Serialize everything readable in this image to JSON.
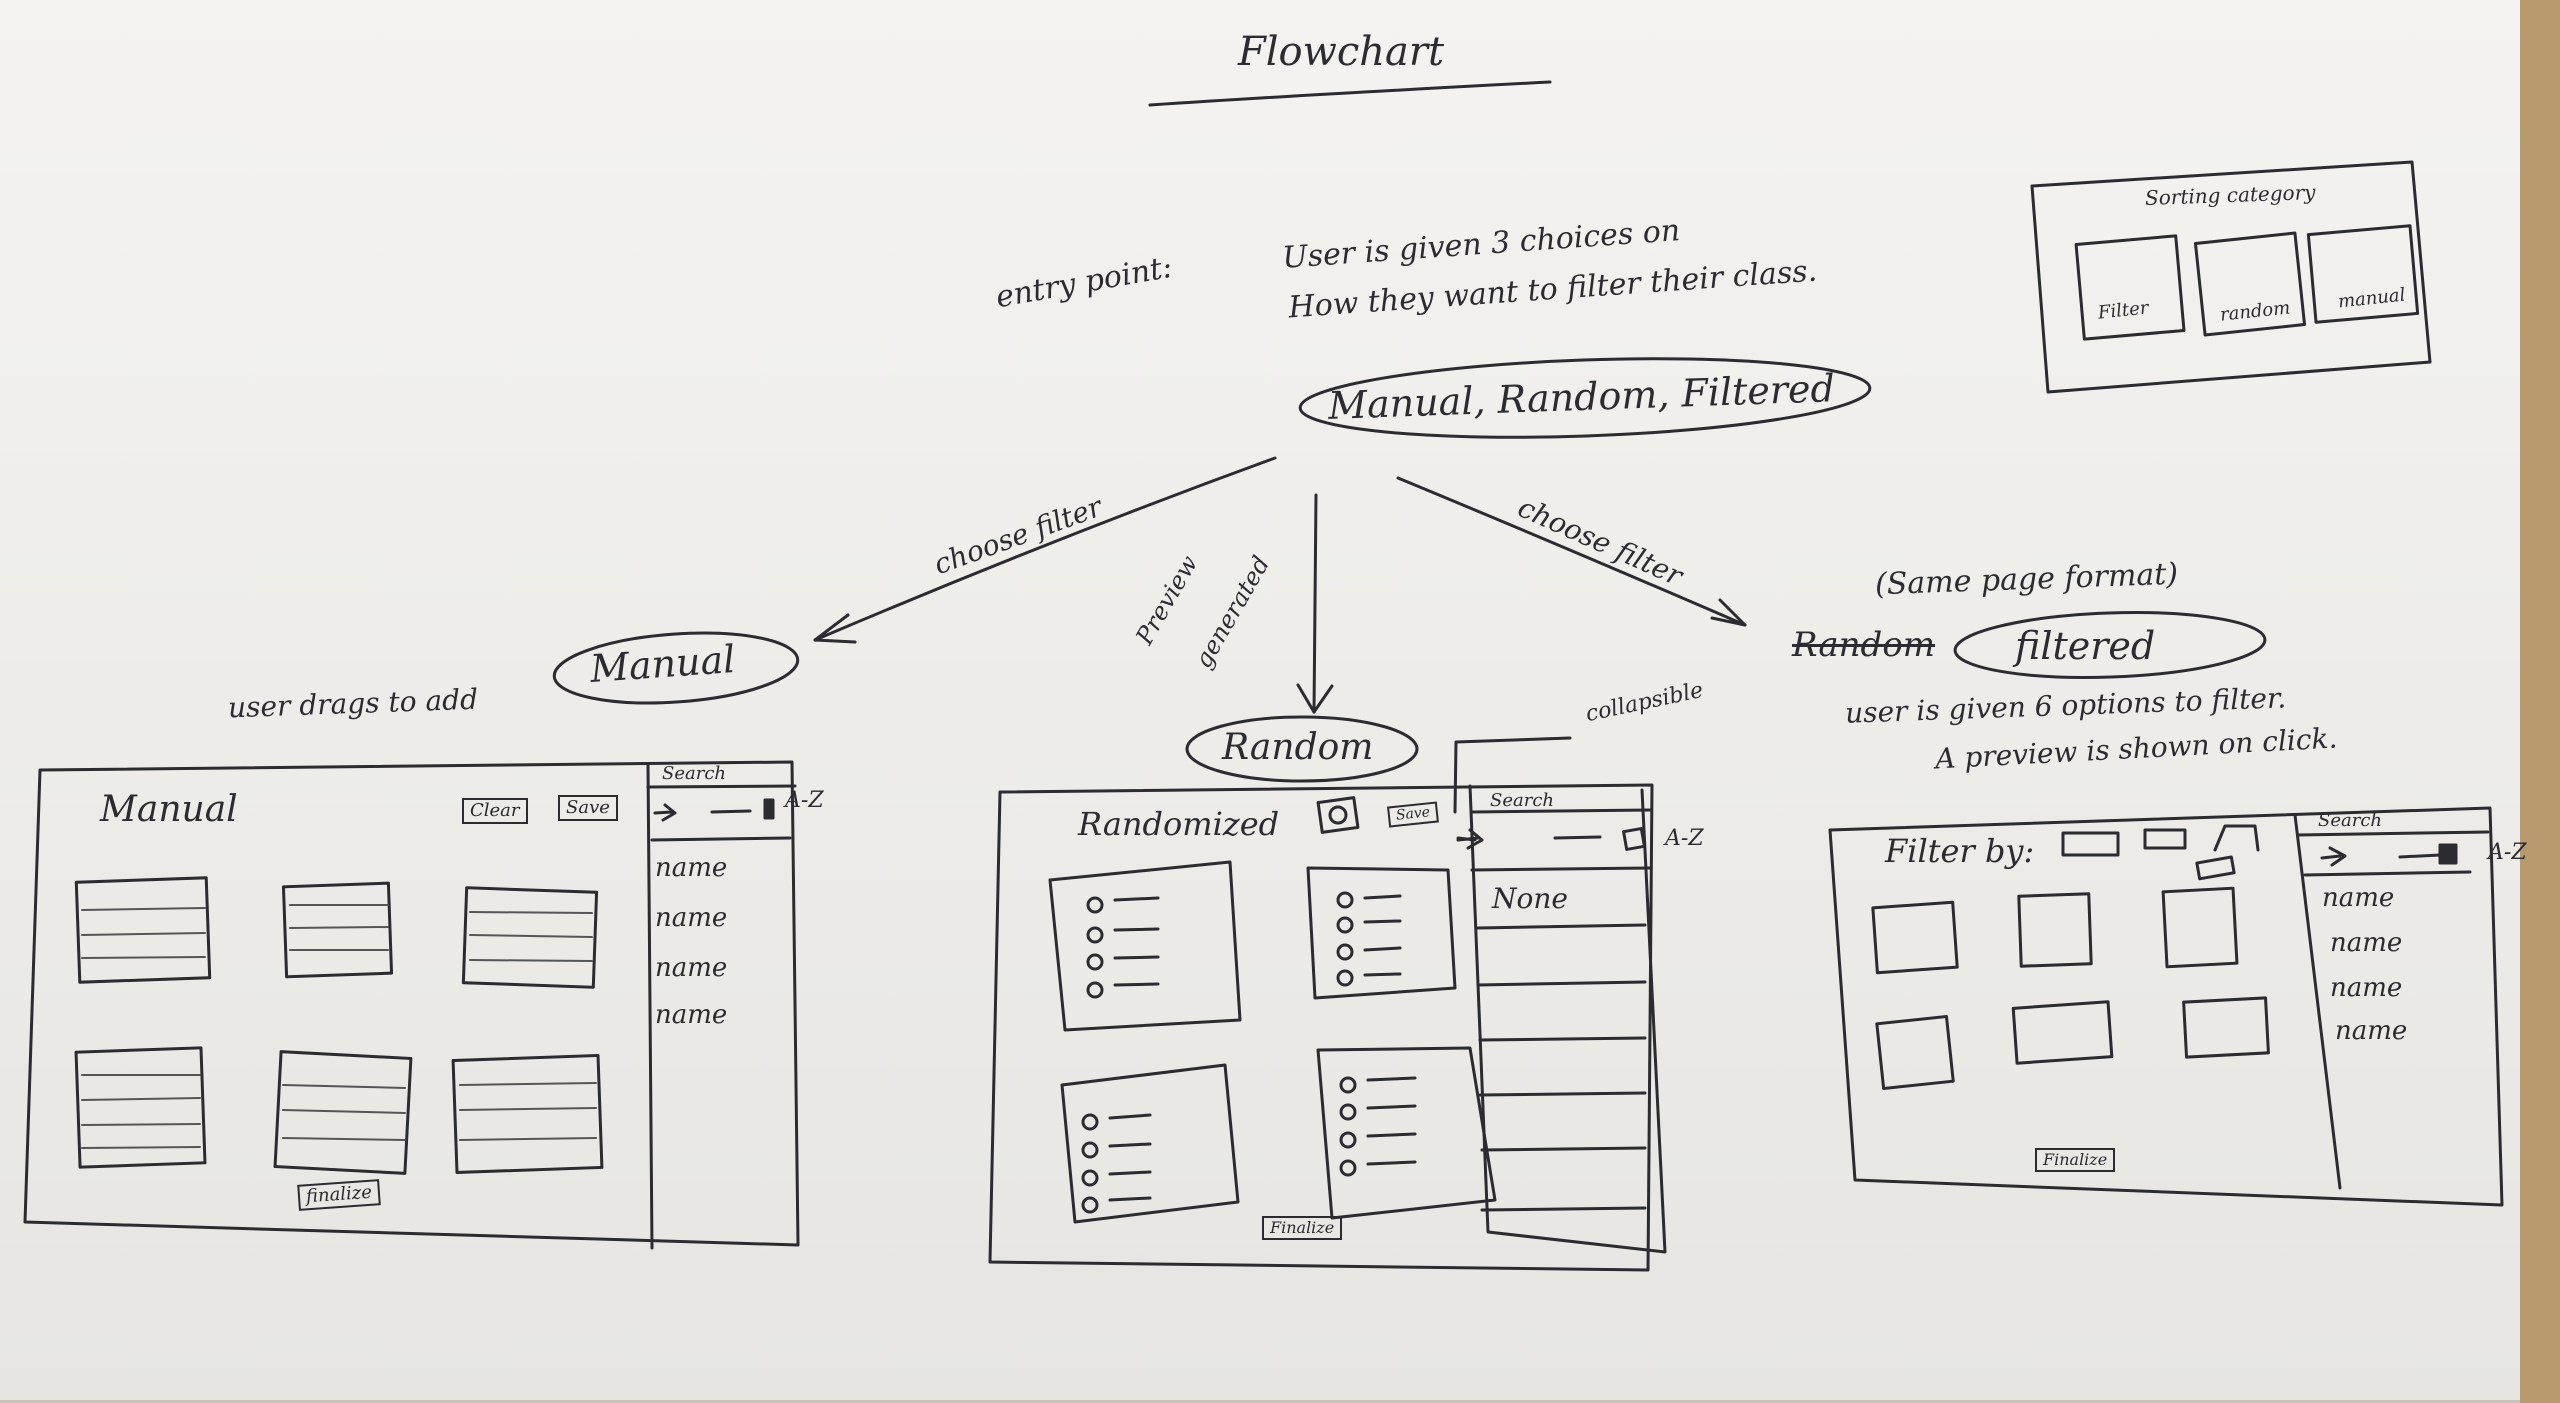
{
  "title": "Flowchart",
  "entry_label": "entry point:",
  "entry_line1": "User is given 3 choices on",
  "entry_line2": "How they want to filter their class.",
  "choices_oval": "Manual, Random, Filtered",
  "edge_left": "choose filter",
  "edge_middle_1": "Preview",
  "edge_middle_2": "generated",
  "edge_right": "choose filter",
  "sorting_box": {
    "title": "Sorting category",
    "cards": [
      "Filter",
      "random",
      "manual"
    ]
  },
  "manual": {
    "oval": "Manual",
    "caption": "user drags to add",
    "heading": "Manual",
    "clear": "Clear",
    "save": "Save",
    "finalize": "finalize",
    "search": "Search",
    "sort": "A-Z",
    "names": [
      "name",
      "name",
      "name",
      "name"
    ]
  },
  "random": {
    "oval": "Random",
    "collapsible": "collapsible",
    "heading": "Randomized",
    "save": "Save",
    "finalize": "Finalize",
    "search": "Search",
    "sort": "A-Z",
    "none": "None"
  },
  "filtered": {
    "note": "(Same page format)",
    "struck": "Random",
    "oval": "filtered",
    "caption1": "user is given 6 options to filter.",
    "caption2": "A preview is shown on click.",
    "filter_by": "Filter by:",
    "finalize": "Finalize",
    "search": "Search",
    "sort": "A-Z",
    "names": [
      "name",
      "name",
      "name",
      "name"
    ]
  }
}
